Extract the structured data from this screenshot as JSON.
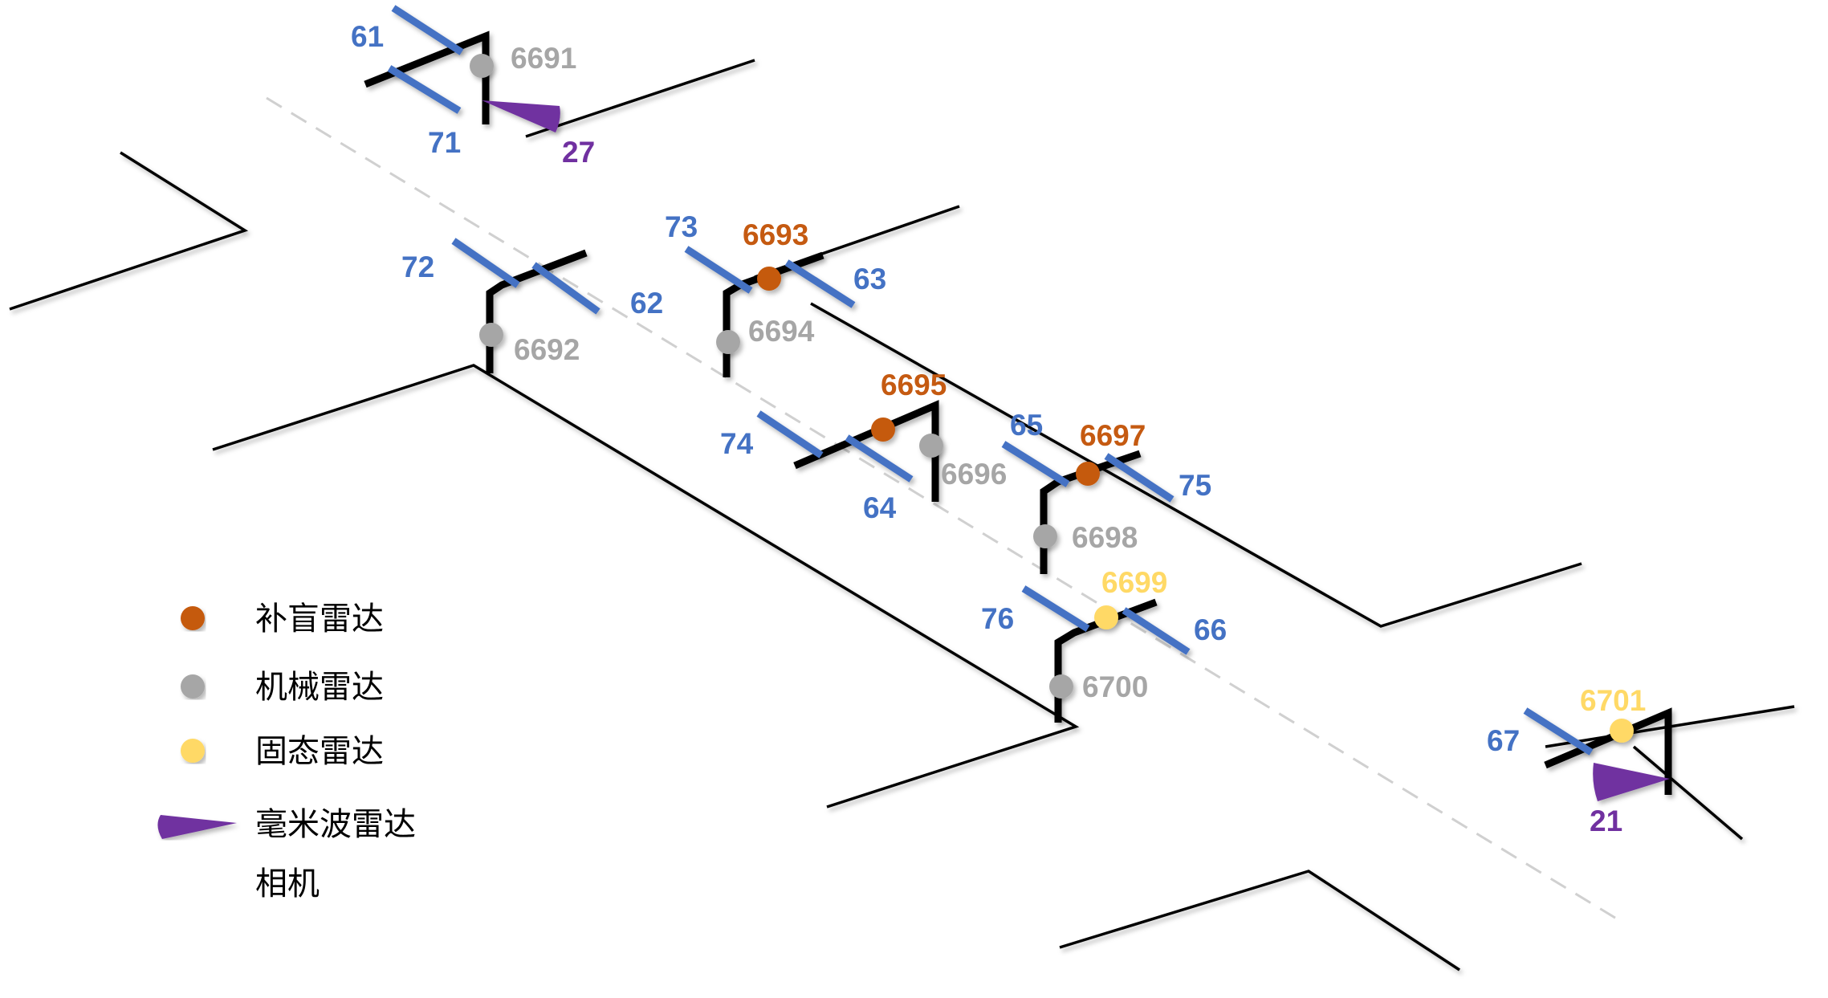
{
  "colors": {
    "blind_radar": "#C55A11",
    "mechanical_radar": "#A6A6A6",
    "solid_state_radar": "#FFD966",
    "mmwave_radar": "#7030A0",
    "camera": "#4472C4",
    "road": "#000000",
    "centerline": "#D0D0D0"
  },
  "legend": {
    "blind_radar": "补盲雷达",
    "mechanical_radar": "机械雷达",
    "solid_state_radar": "固态雷达",
    "mmwave_radar": "毫米波雷达",
    "camera": "相机"
  },
  "labels": {
    "cam61": "61",
    "cam71": "71",
    "cam72": "72",
    "cam62": "62",
    "cam73": "73",
    "cam63": "63",
    "cam74": "74",
    "cam64": "64",
    "cam65": "65",
    "cam75": "75",
    "cam76": "76",
    "cam66": "66",
    "cam67": "67",
    "r6691": "6691",
    "r6692": "6692",
    "r6693": "6693",
    "r6694": "6694",
    "r6695": "6695",
    "r6696": "6696",
    "r6697": "6697",
    "r6698": "6698",
    "r6699": "6699",
    "r6700": "6700",
    "r6701": "6701",
    "mm27": "27",
    "mm21": "21"
  }
}
